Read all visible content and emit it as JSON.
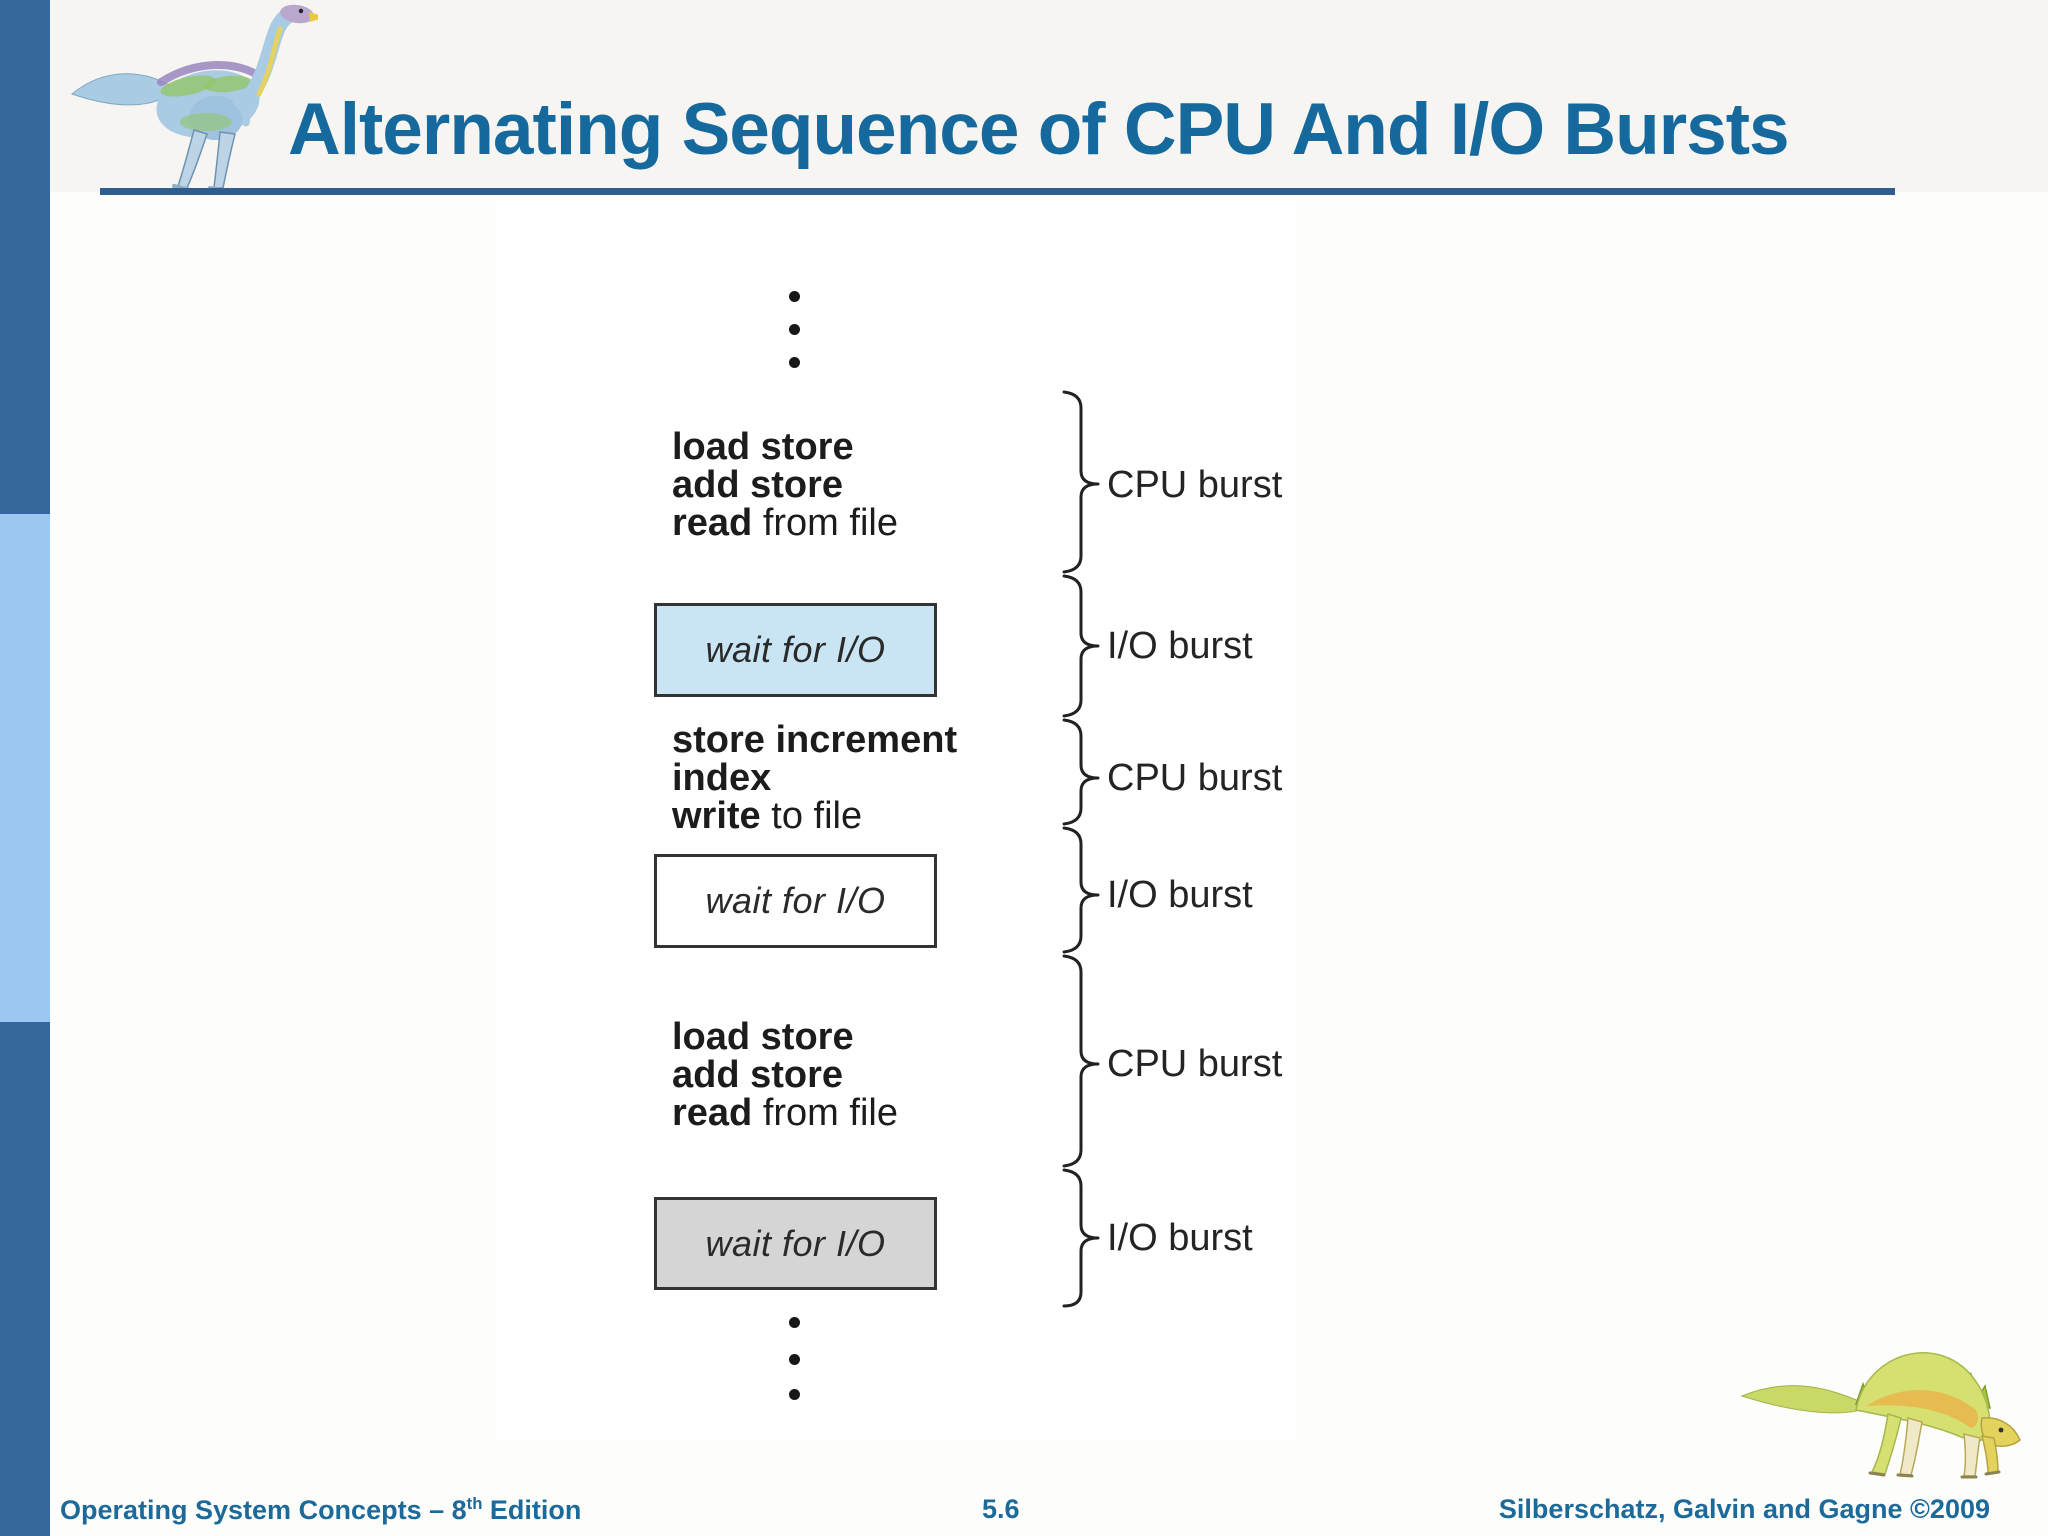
{
  "slide": {
    "title": "Alternating Sequence of CPU And I/O Bursts",
    "footer": {
      "left_prefix": "Operating System Concepts – 8",
      "left_sup": "th",
      "left_suffix": " Edition",
      "page": "5.6",
      "right": "Silberschatz, Galvin and Gagne ©2009"
    }
  },
  "diagram": {
    "icons": {
      "top_ellipsis": "vertical-dots-3",
      "bottom_ellipsis": "vertical-dots-3"
    },
    "blocks": [
      {
        "type": "code",
        "lines": [
          {
            "strong": "load store",
            "normal": ""
          },
          {
            "strong": "add store",
            "normal": ""
          },
          {
            "strong": "read",
            "normal": " from file"
          }
        ]
      },
      {
        "type": "wait",
        "label": "wait for I/O",
        "fill": "#C9E5F4"
      },
      {
        "type": "code",
        "lines": [
          {
            "strong": "store increment",
            "normal": ""
          },
          {
            "strong": "index",
            "normal": ""
          },
          {
            "strong": "write",
            "normal": " to file"
          }
        ]
      },
      {
        "type": "wait",
        "label": "wait for I/O",
        "fill": "#FFFFFF"
      },
      {
        "type": "code",
        "lines": [
          {
            "strong": "load store",
            "normal": ""
          },
          {
            "strong": "add store",
            "normal": ""
          },
          {
            "strong": "read",
            "normal": " from file"
          }
        ]
      },
      {
        "type": "wait",
        "label": "wait for I/O",
        "fill": "#D5D5D5"
      }
    ],
    "burst_labels": [
      "CPU burst",
      "I/O burst",
      "CPU burst",
      "I/O burst",
      "CPU burst",
      "I/O burst"
    ]
  },
  "colors": {
    "title_blue": "#16699c",
    "rule_blue": "#2f5d8c",
    "sidebar_dark": "#36689e",
    "sidebar_light": "#9cc7f0",
    "wait_box_blue": "#C9E5F4",
    "wait_box_gray": "#D5D5D5",
    "footer_blue": "#1c6a9a"
  }
}
